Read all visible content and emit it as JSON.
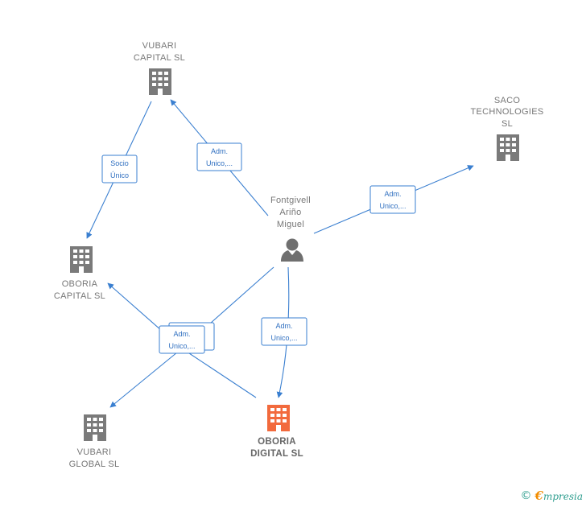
{
  "nodes": {
    "vubari_capital": [
      "VUBARI",
      "CAPITAL  SL"
    ],
    "saco": [
      "SACO",
      "TECHNOLOGIES",
      "SL"
    ],
    "person": [
      "Fontgivell",
      "Ariño",
      "Miguel"
    ],
    "oboria_capital": [
      "OBORIA",
      "CAPITAL  SL"
    ],
    "vubari_global": [
      "VUBARI",
      "GLOBAL  SL"
    ],
    "oboria_digital": [
      "OBORIA",
      "DIGITAL  SL"
    ]
  },
  "edge_labels": {
    "socio_unico": [
      "Socio",
      "Único"
    ],
    "adm_unico": [
      "Adm.",
      "Unico,..."
    ]
  },
  "colors": {
    "edge": "#3a7fd0",
    "building": "#7a7a7a",
    "focus_building": "#f26a3d",
    "person": "#6f6f6f"
  },
  "footer": {
    "copyright": "©",
    "brand_initial": "€",
    "brand_rest": "mpresia"
  }
}
